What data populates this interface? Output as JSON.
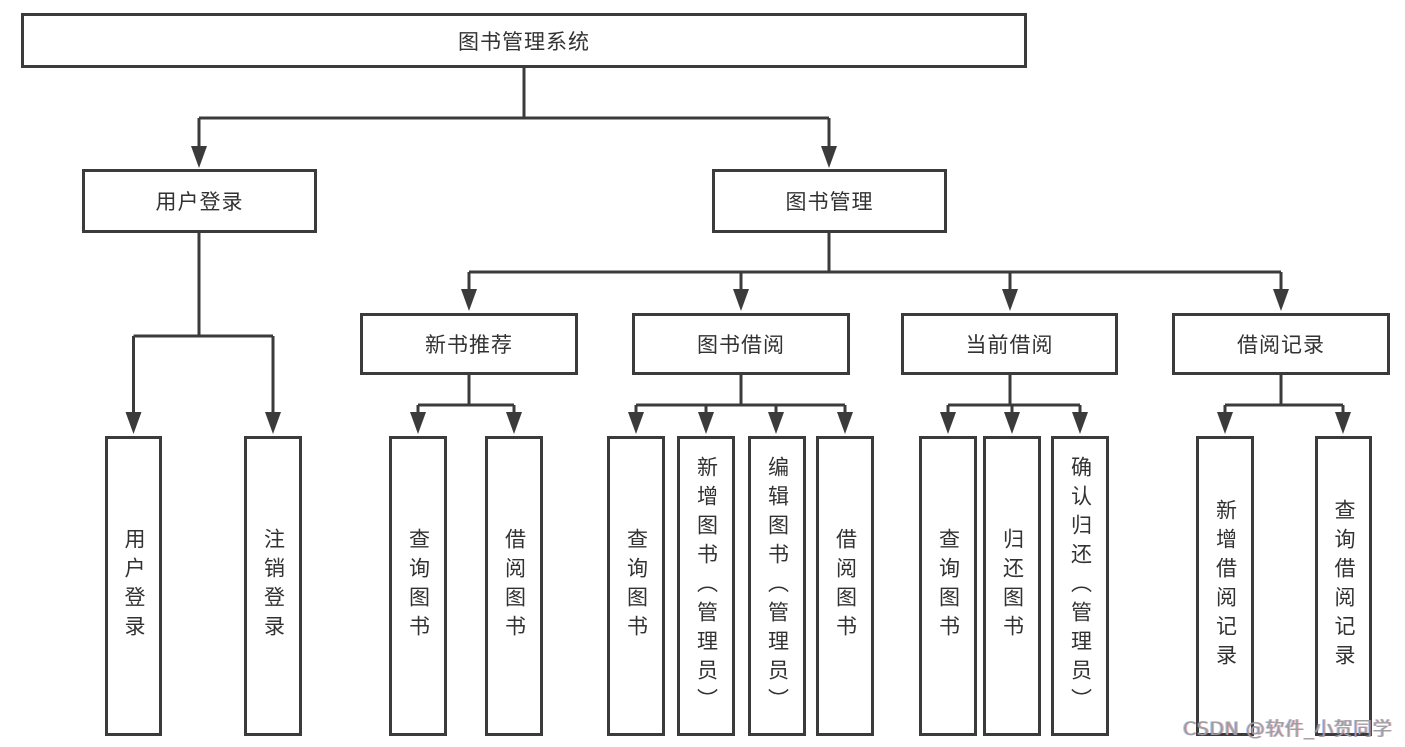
{
  "tree": {
    "label": "图书管理系统",
    "children": [
      {
        "label": "用户登录",
        "children": [
          {
            "label": "用户登录"
          },
          {
            "label": "注销登录"
          }
        ]
      },
      {
        "label": "图书管理",
        "children": [
          {
            "label": "新书推荐",
            "children": [
              {
                "label": "查询图书"
              },
              {
                "label": "借阅图书"
              }
            ]
          },
          {
            "label": "图书借阅",
            "children": [
              {
                "label": "查询图书"
              },
              {
                "label": "新增图书（管理员）"
              },
              {
                "label": "编辑图书（管理员）"
              },
              {
                "label": "借阅图书"
              }
            ]
          },
          {
            "label": "当前借阅",
            "children": [
              {
                "label": "查询图书"
              },
              {
                "label": "归还图书"
              },
              {
                "label": "确认归还（管理员）"
              }
            ]
          },
          {
            "label": "借阅记录",
            "children": [
              {
                "label": "新增借阅记录"
              },
              {
                "label": "查询借阅记录"
              }
            ]
          }
        ]
      }
    ]
  },
  "watermark": {
    "text": "CSDN @软件_小贺同学"
  },
  "colors": {
    "line": "#3b3b3b",
    "box_border": "#3b3b3b",
    "box_fill": "#ffffff",
    "text": "#323232",
    "background": "#ffffff",
    "watermark": "#9e9e9e"
  }
}
